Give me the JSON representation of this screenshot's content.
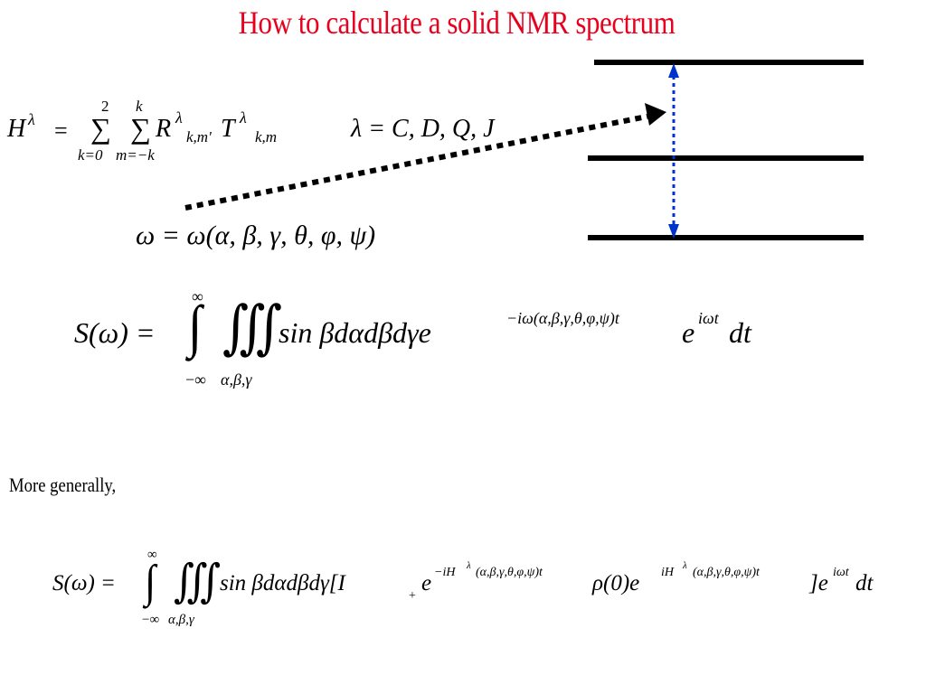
{
  "slide": {
    "title": "How to calculate a solid NMR spectrum",
    "more_generally": "More generally,",
    "title_color": "#e8001c",
    "arrow_color_dotted": "#000000",
    "transition_arrow_color": "#0033cc"
  },
  "eq_hamiltonian": {
    "lhs_symbol": "H",
    "lhs_sup": "λ",
    "equals": "=",
    "sum1_upper": "2",
    "sum1_lower": "k=0",
    "sum2_upper": "k",
    "sum2_lower": "m=−k",
    "sigma": "∑",
    "R": "R",
    "R_sup": "λ",
    "R_sub": "k,m'",
    "T": "T",
    "T_sup": "λ",
    "T_sub": "k,m"
  },
  "eq_lambda": {
    "text": "λ = C, D, Q, J"
  },
  "eq_omega": {
    "text": "ω = ω(α, β, γ, θ, φ, ψ)"
  },
  "eq_spectrum": {
    "lhs": "S(ω) =",
    "int_upper": "∞",
    "int_lower": "−∞",
    "triple_lower": "α,β,γ",
    "single_int": "∫",
    "triple_int": "∭",
    "body": "sin βdαdβdγe",
    "exp1": "−iω(α,β,γ,θ,φ,ψ)t",
    "e2": "e",
    "exp2": "iωt",
    "dt": "dt"
  },
  "eq_general": {
    "lhs": "S(ω) =",
    "int_upper": "∞",
    "int_lower": "−∞",
    "triple_lower": "α,β,γ",
    "single_int": "∫",
    "triple_int": "∭",
    "body": "sin βdαdβdγ[I",
    "Iplus_sub": "+",
    "e1": "e",
    "exp1": "−iH",
    "exp1_sup": "λ",
    "exp1_args": "(α,β,γ,θ,φ,ψ)t",
    "rho": "ρ(0)e",
    "exp2": "iH",
    "exp2_sup": "λ",
    "exp2_args": "(α,β,γ,θ,φ,ψ)t",
    "close": "]e",
    "exp3": "iωt",
    "dt": "dt"
  }
}
